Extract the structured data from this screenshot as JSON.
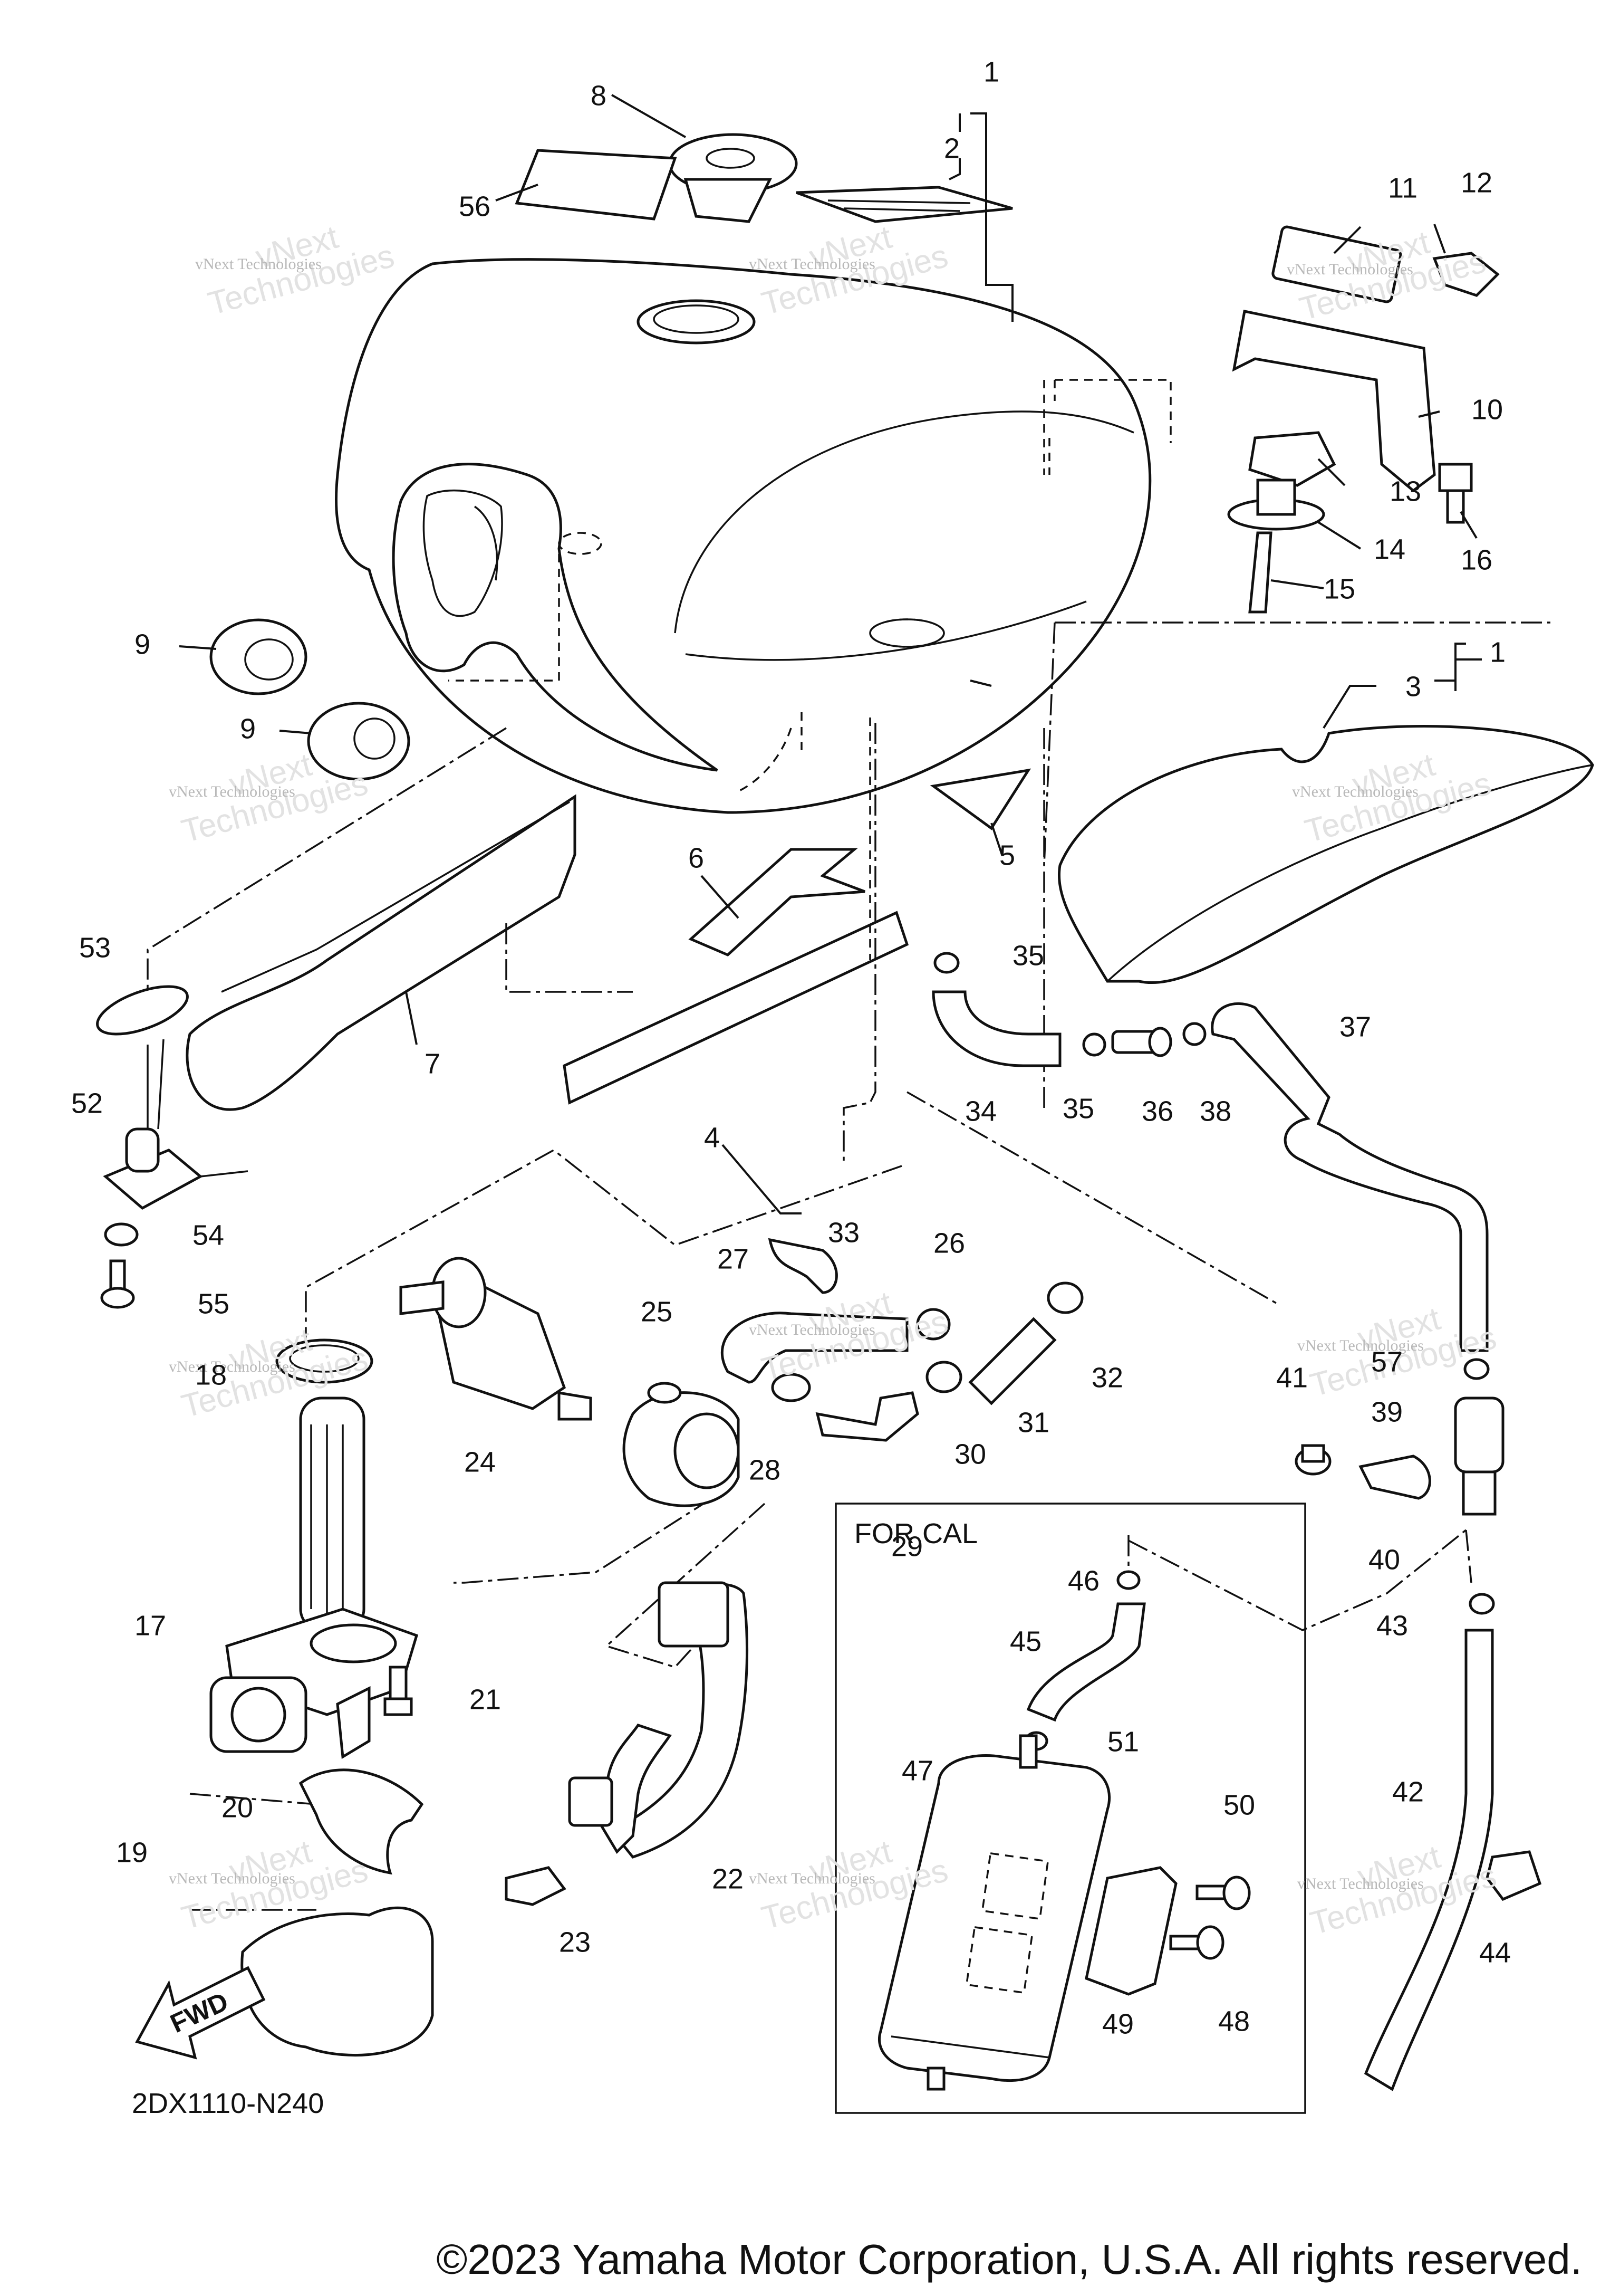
{
  "callouts": [
    "1",
    "2",
    "3",
    "4",
    "5",
    "6",
    "7",
    "8",
    "9",
    "9",
    "10",
    "11",
    "12",
    "13",
    "14",
    "15",
    "16",
    "17",
    "18",
    "19",
    "20",
    "21",
    "22",
    "23",
    "24",
    "25",
    "26",
    "27",
    "28",
    "29",
    "30",
    "31",
    "32",
    "33",
    "34",
    "35",
    "35",
    "36",
    "37",
    "38",
    "39",
    "40",
    "41",
    "42",
    "43",
    "44",
    "45",
    "46",
    "47",
    "48",
    "49",
    "50",
    "51",
    "52",
    "53",
    "54",
    "55",
    "56",
    "57",
    "1"
  ],
  "for_cal_label": "FOR CAL",
  "fwd_label": "FWD",
  "diagram_code": "2DX1110-N240",
  "copyright": "©2023 Yamaha Motor Corporation, U.S.A. All rights reserved.",
  "watermark": {
    "line1": "vNext Technologies",
    "line2": "vNext",
    "line3": "Technologies"
  }
}
